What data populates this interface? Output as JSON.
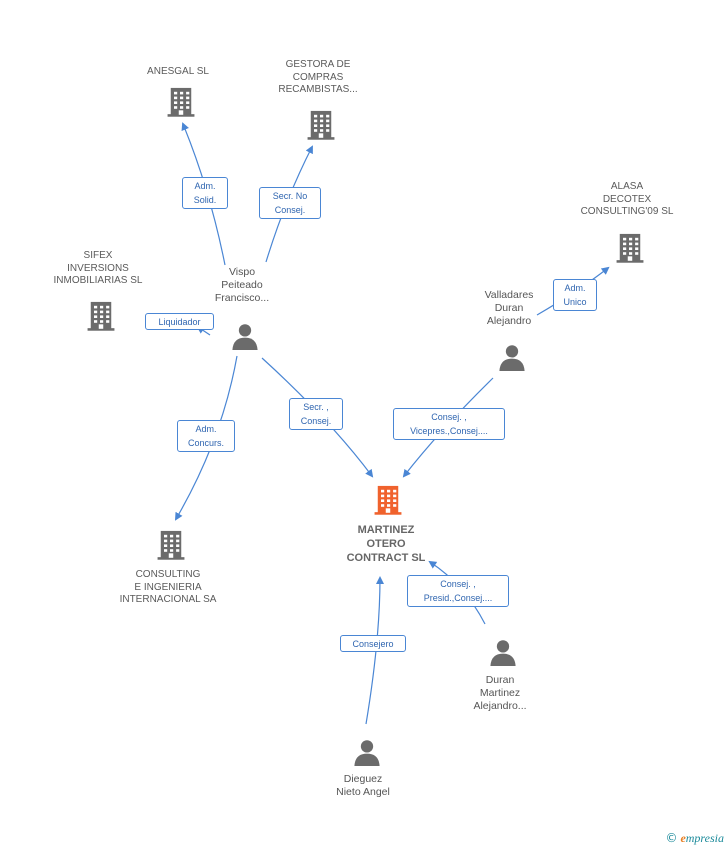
{
  "nodes": {
    "anesgal": {
      "type": "company",
      "label": "ANESGAL SL"
    },
    "gestora": {
      "type": "company",
      "label": "GESTORA DE\nCOMPRAS\nRECAMBISTAS..."
    },
    "alasa": {
      "type": "company",
      "label": "ALASA\nDECOTEX\nCONSULTING'09 SL"
    },
    "sifex": {
      "type": "company",
      "label": "SIFEX\nINVERSIONS\nINMOBILIARIAS SL"
    },
    "consulting": {
      "type": "company",
      "label": "CONSULTING\nE INGENIERIA\nINTERNACIONAL SA"
    },
    "martinez": {
      "type": "focus-company",
      "label": "MARTINEZ\nOTERO\nCONTRACT SL"
    },
    "vispo": {
      "type": "person",
      "label": "Vispo\nPeiteado\nFrancisco..."
    },
    "valladares": {
      "type": "person",
      "label": "Valladares\nDuran\nAlejandro"
    },
    "duran": {
      "type": "person",
      "label": "Duran\nMartinez\nAlejandro..."
    },
    "dieguez": {
      "type": "person",
      "label": "Dieguez\nNieto Angel"
    }
  },
  "edges": [
    {
      "from": "vispo",
      "to": "anesgal",
      "label": "Adm.\nSolid."
    },
    {
      "from": "vispo",
      "to": "gestora",
      "label": "Secr.  No\nConsej."
    },
    {
      "from": "vispo",
      "to": "sifex",
      "label": "Liquidador"
    },
    {
      "from": "vispo",
      "to": "consulting",
      "label": "Adm.\nConcurs."
    },
    {
      "from": "vispo",
      "to": "martinez",
      "label": "Secr. ,\nConsej."
    },
    {
      "from": "valladares",
      "to": "alasa",
      "label": "Adm.\nUnico"
    },
    {
      "from": "valladares",
      "to": "martinez",
      "label": "Consej. ,\nVicepres.,Consej...."
    },
    {
      "from": "duran",
      "to": "martinez",
      "label": "Consej. ,\nPresid.,Consej...."
    },
    {
      "from": "dieguez",
      "to": "martinez",
      "label": "Consejero"
    }
  ],
  "colors": {
    "edge": "#4a86d4",
    "company_icon": "#6b6b6b",
    "focus_icon": "#f0622d",
    "person_icon": "#6b6b6b"
  },
  "brand": {
    "copyright": "©",
    "initial": "e",
    "name": "mpresia"
  }
}
